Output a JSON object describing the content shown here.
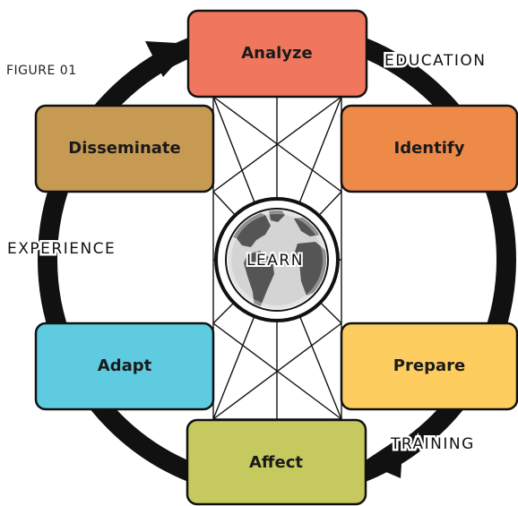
{
  "figure_label": "FIGURE 01",
  "center": {
    "label": "LEARN",
    "icon": "globe-icon"
  },
  "cycle": [
    {
      "id": "analyze",
      "label": "Analyze",
      "color": "#F0775E"
    },
    {
      "id": "identify",
      "label": "Identify",
      "color": "#EE8A47"
    },
    {
      "id": "prepare",
      "label": "Prepare",
      "color": "#FDCD5F"
    },
    {
      "id": "affect",
      "label": "Affect",
      "color": "#C5C95E"
    },
    {
      "id": "adapt",
      "label": "Adapt",
      "color": "#5ECBE0"
    },
    {
      "id": "disseminate",
      "label": "Disseminate",
      "color": "#C69A53"
    }
  ],
  "outer_labels": {
    "education": "EDUCATION",
    "training": "TRAINING",
    "experience": "EXPERIENCE"
  },
  "colors": {
    "ring": "#111111",
    "globe_land": "#555555",
    "globe_ocean": "#d4d4d4"
  }
}
